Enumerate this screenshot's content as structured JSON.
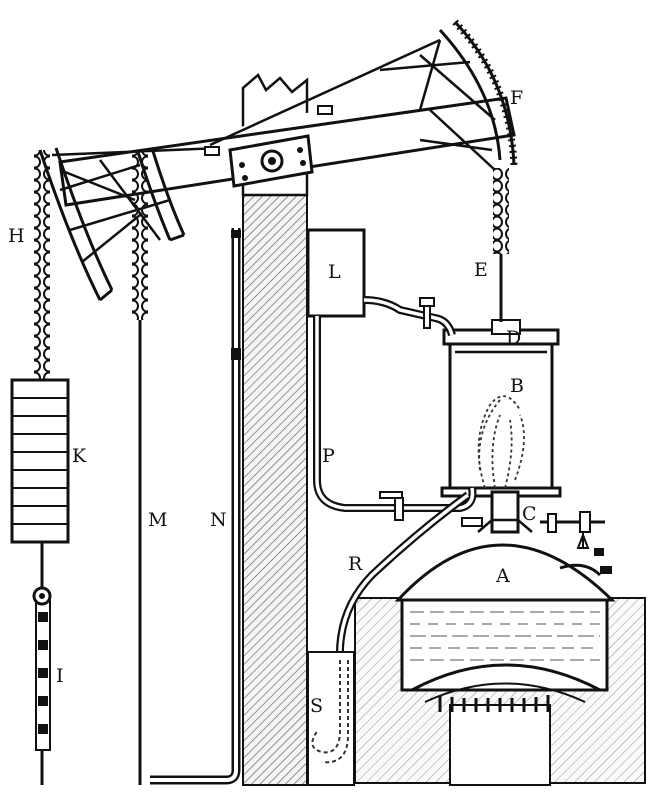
{
  "diagram": {
    "labels": {
      "A": "A",
      "B": "B",
      "C": "C",
      "D": "D",
      "E": "E",
      "F": "F",
      "H": "H",
      "I": "I",
      "K": "K",
      "L": "L",
      "M": "M",
      "N": "N",
      "P": "P",
      "R": "R",
      "S": "S"
    }
  }
}
